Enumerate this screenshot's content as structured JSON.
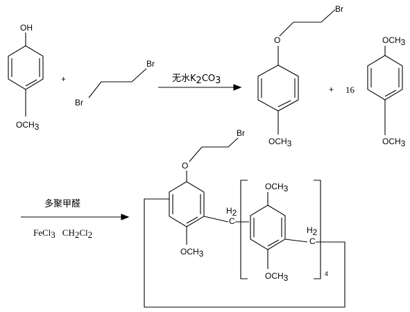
{
  "reaction_1": {
    "reactant_a": {
      "top_group": "OH",
      "bottom_group": "OCH",
      "bottom_sub": "3"
    },
    "plus": "+",
    "reactant_b": {
      "end_1": "Br",
      "end_2": "Br"
    },
    "reagent_over_arrow": {
      "text": "无水K",
      "sub1": "2",
      "mid": "CO",
      "sub2": "3"
    },
    "product": {
      "end_group": "Br",
      "ether_o": "O",
      "bottom_group": "OCH",
      "bottom_sub": "3"
    },
    "plus_2": "+",
    "coefficient": "16",
    "co_product": {
      "top_group": "OCH",
      "top_sub": "3",
      "bottom_group": "OCH",
      "bottom_sub": "3"
    }
  },
  "reaction_2": {
    "reagent_over_arrow": "多聚甲醛",
    "reagent_under_arrow": {
      "fecl": "FeCl",
      "fecl_sub": "3",
      "ch": "CH",
      "ch_sub": "2",
      "cl": "Cl",
      "cl_sub": "2"
    },
    "product": {
      "end_group": "Br",
      "ether_o": "O",
      "methoxy": "OCH",
      "methoxy_sub": "3",
      "bridge_h": "H",
      "bridge_h_sub": "2",
      "bridge_c": "C",
      "unit_top": "OCH",
      "unit_top_sub": "3",
      "unit_bottom": "OCH",
      "unit_bottom_sub": "3",
      "unit_bridge_h": "H",
      "unit_bridge_h_sub": "2",
      "unit_bridge_c": "C",
      "repeat_count": "4"
    }
  }
}
